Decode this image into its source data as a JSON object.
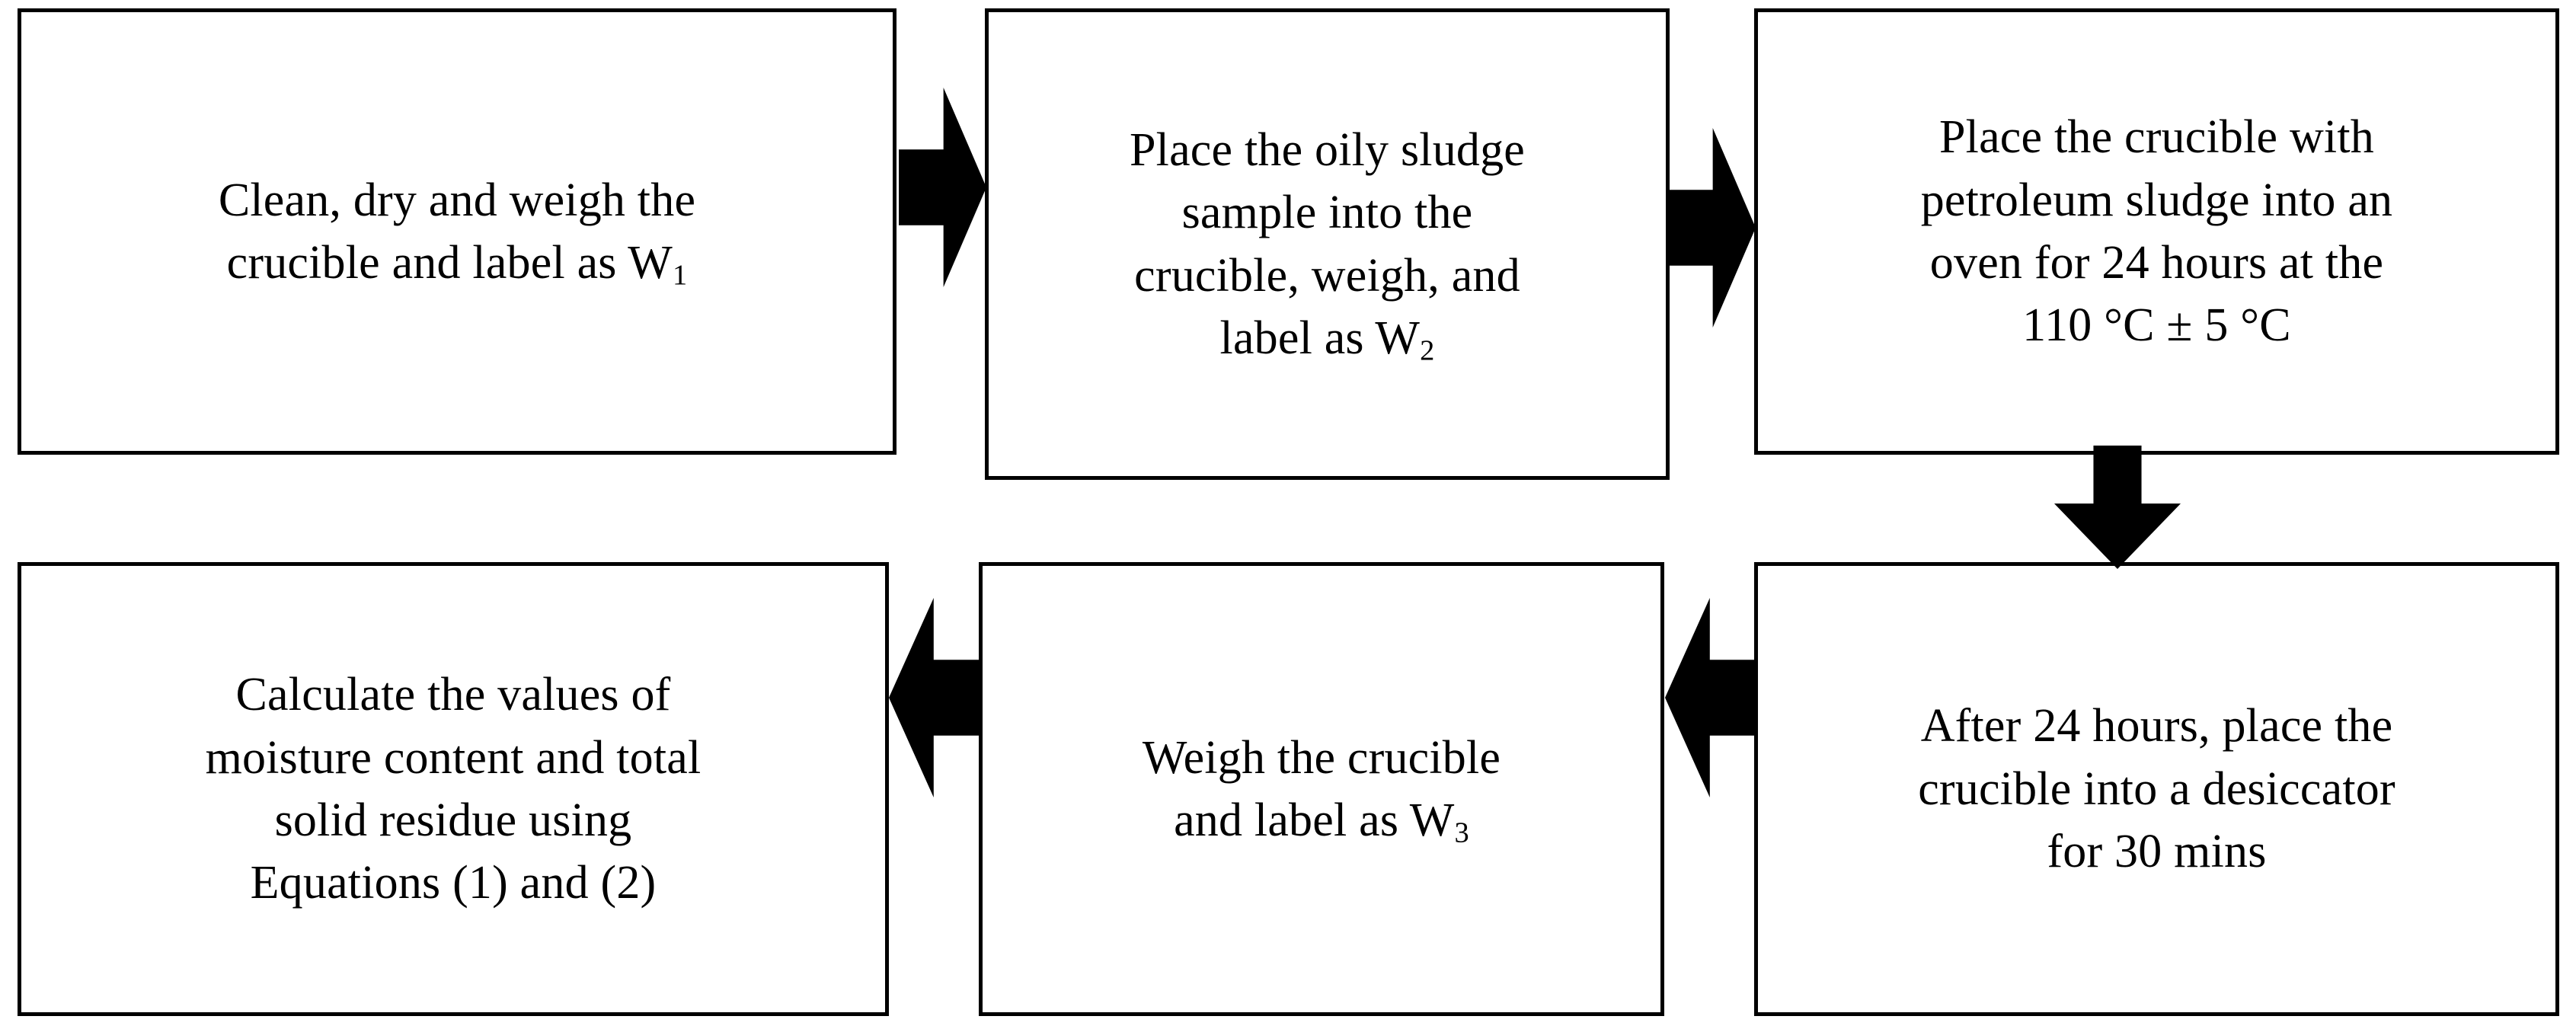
{
  "diagram": {
    "type": "process-flowchart",
    "title": "Moisture content and total solid residue determination procedure",
    "orientation": "two-row serpentine: left-to-right then right-to-left",
    "colors": {
      "background": "#ffffff",
      "border": "#000000",
      "text": "#000000",
      "arrow": "#000000"
    },
    "steps": [
      {
        "index": 1,
        "name": "clean-dry-weigh-crucible",
        "lines": [
          "Clean, dry and weigh the",
          "crucible and label as W"
        ],
        "subscript": "1",
        "text": "Clean, dry and weigh the crucible and label as W1"
      },
      {
        "index": 2,
        "name": "place-sludge-sample",
        "lines": [
          "Place the oily sludge",
          "sample into the",
          "crucible, weigh, and",
          "label as W"
        ],
        "subscript": "2",
        "text": "Place the oily sludge sample into the crucible, weigh, and label as W2"
      },
      {
        "index": 3,
        "name": "oven-drying",
        "lines": [
          "Place the crucible with",
          "petroleum sludge into an",
          "oven for 24 hours at the",
          "110 °C ± 5 °C"
        ],
        "subscript": "",
        "text": "Place the crucible with petroleum sludge into an oven for 24 hours at the 110 °C ± 5 °C"
      },
      {
        "index": 4,
        "name": "desiccator-cooling",
        "lines": [
          "After 24 hours, place the",
          "crucible into a desiccator",
          "for 30 mins"
        ],
        "subscript": "",
        "text": "After 24 hours, place the crucible into a desiccator for 30 mins"
      },
      {
        "index": 5,
        "name": "weigh-crucible-final",
        "lines": [
          "Weigh the crucible",
          "and label as W"
        ],
        "subscript": "3",
        "text": "Weigh the crucible and label as W3"
      },
      {
        "index": 6,
        "name": "calculate-results",
        "lines": [
          "Calculate the values of",
          "moisture content and total",
          "solid residue using",
          "Equations (1) and (2)"
        ],
        "subscript": "",
        "text": "Calculate the values of moisture content and total solid residue using Equations (1) and (2)"
      }
    ],
    "connectors": [
      {
        "name": "arrow-step1-to-step2",
        "direction": "right",
        "from": 1,
        "to": 2
      },
      {
        "name": "arrow-step2-to-step3",
        "direction": "right",
        "from": 2,
        "to": 3
      },
      {
        "name": "arrow-step3-to-step4",
        "direction": "down",
        "from": 3,
        "to": 4
      },
      {
        "name": "arrow-step4-to-step5",
        "direction": "left",
        "from": 4,
        "to": 5
      },
      {
        "name": "arrow-step5-to-step6",
        "direction": "left",
        "from": 5,
        "to": 6
      }
    ]
  }
}
